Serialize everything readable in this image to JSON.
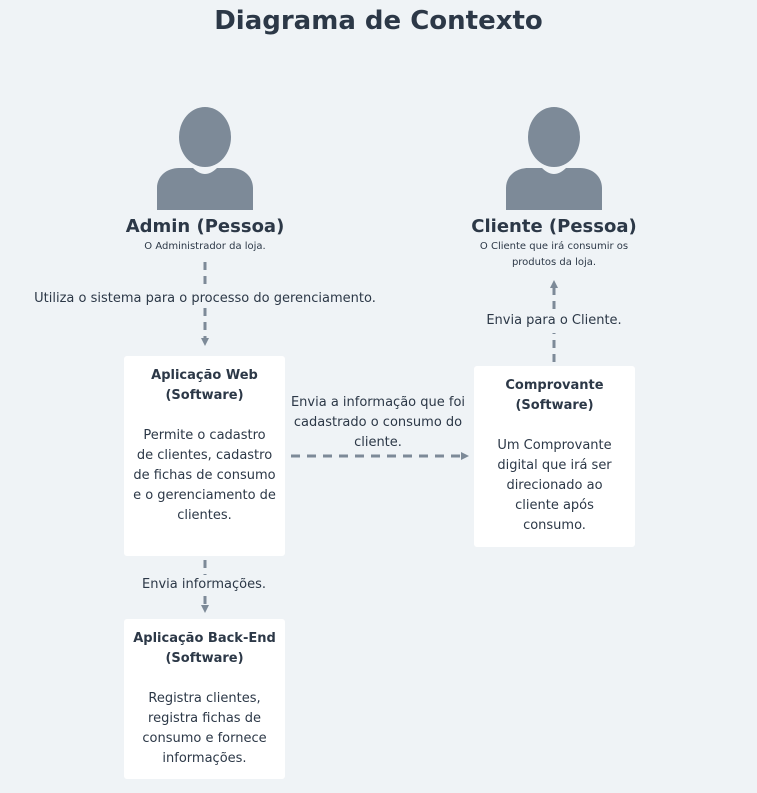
{
  "title": "Diagrama de Contexto",
  "persons": {
    "admin": {
      "name": "Admin (Pessoa)",
      "description": "O Administrador da loja."
    },
    "cliente": {
      "name": "Cliente (Pessoa)",
      "description_lines": [
        "O Cliente que irá consumir os",
        "produtos da loja."
      ]
    }
  },
  "systems": {
    "web": {
      "title_lines": [
        "Aplicação Web",
        "(Software)"
      ],
      "description_lines": [
        "Permite o cadastro",
        "de clientes, cadastro",
        "de fichas de consumo",
        "e o gerenciamento de",
        "clientes."
      ]
    },
    "comprovante": {
      "title_lines": [
        "Comprovante",
        "(Software)"
      ],
      "description_lines": [
        "Um Comprovante",
        "digital que irá ser",
        "direcionado ao",
        "cliente após",
        "consumo."
      ]
    },
    "backend": {
      "title_lines": [
        "Aplicação Back-End",
        "(Software)"
      ],
      "description_lines": [
        "Registra clientes,",
        "registra fichas de",
        "consumo e fornece",
        "informações."
      ]
    }
  },
  "relations": {
    "admin_to_web": "Utiliza o sistema para o processo do gerenciamento.",
    "web_to_comprovante_lines": [
      "Envia a informação que foi",
      "cadastrado o consumo do",
      "cliente."
    ],
    "comprovante_to_cliente": "Envia para o Cliente.",
    "web_to_backend": "Envia informações."
  },
  "colors": {
    "person_icon": "#7d8a98",
    "arrow": "#7d8a98",
    "background": "#eff3f6",
    "box": "#ffffff",
    "text": "#2c3847"
  }
}
